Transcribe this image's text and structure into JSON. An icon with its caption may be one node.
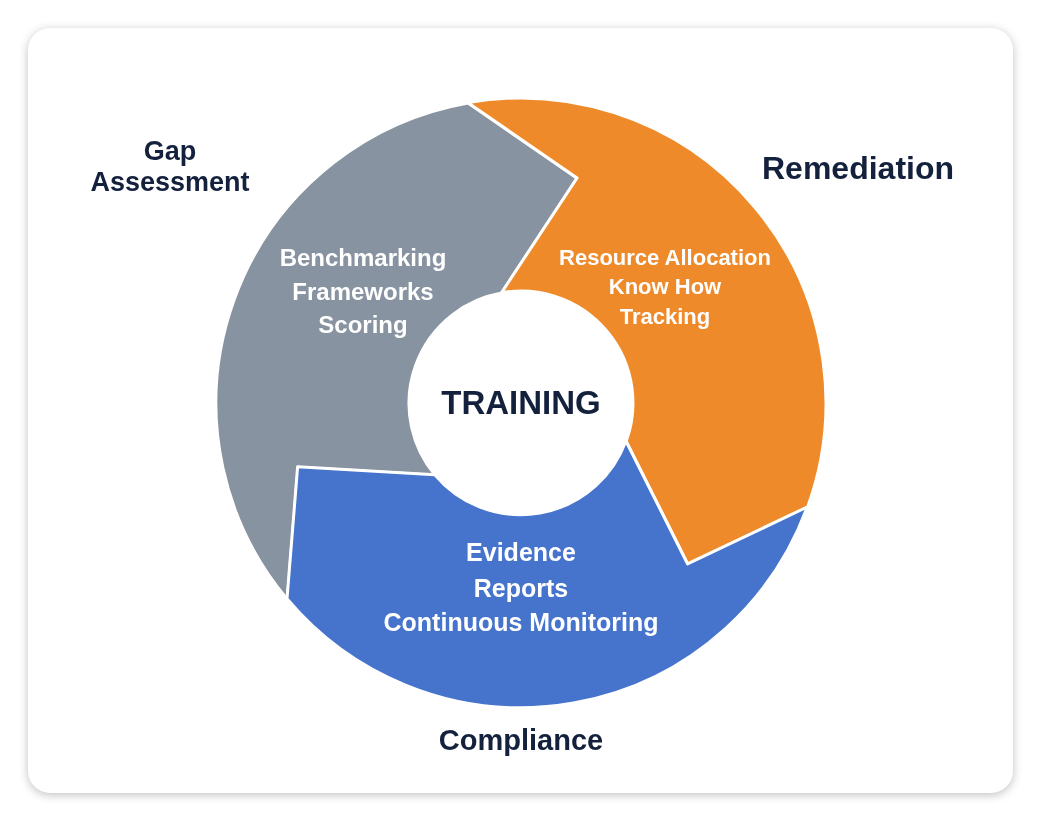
{
  "diagram": {
    "nodes": [
      {
        "text": [
          "Benchmarking",
          "Frameworks",
          "Scoring"
        ],
        "beside": [
          "Gap Assessment"
        ]
      },
      {
        "text": [
          "Resource Allocation",
          "Know How",
          "Tracking"
        ],
        "beside": [
          "Remediation"
        ]
      },
      {
        "text": [
          "Evidence",
          "Reports",
          "Continuous Monitoring"
        ],
        "beside": [
          "Compliance"
        ]
      },
      {
        "text": [
          "TRAINING"
        ]
      }
    ]
  }
}
